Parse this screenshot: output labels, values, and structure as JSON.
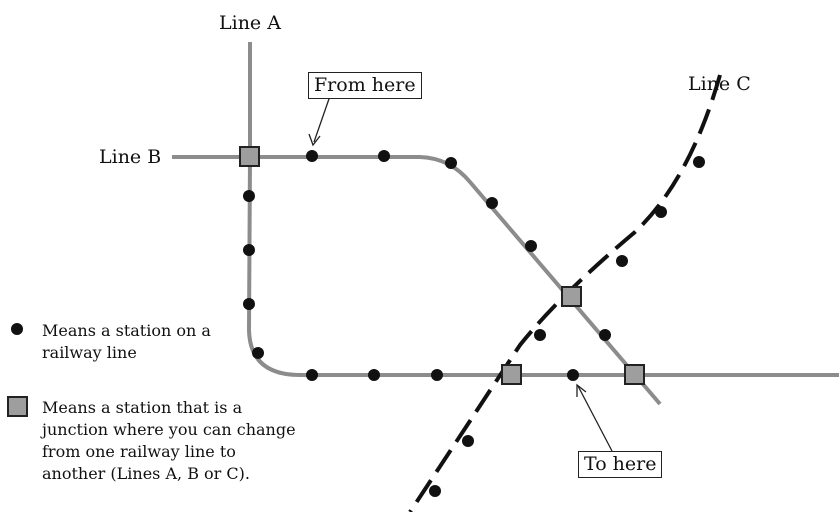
{
  "lines": {
    "a": {
      "label": "Line A"
    },
    "b": {
      "label": "Line B"
    },
    "c": {
      "label": "Line C"
    }
  },
  "callouts": {
    "from": "From here",
    "to": "To here"
  },
  "legend": {
    "station": "Means a station on a railway line",
    "junction": "Means a station that is a junction where you can change from one railway line to another (Lines A, B or C)."
  },
  "colors": {
    "solid_line": "#8c8c8c",
    "dashed_line": "#111111",
    "station": "#111111",
    "junction_fill": "#9e9e9e",
    "junction_stroke": "#222222"
  }
}
